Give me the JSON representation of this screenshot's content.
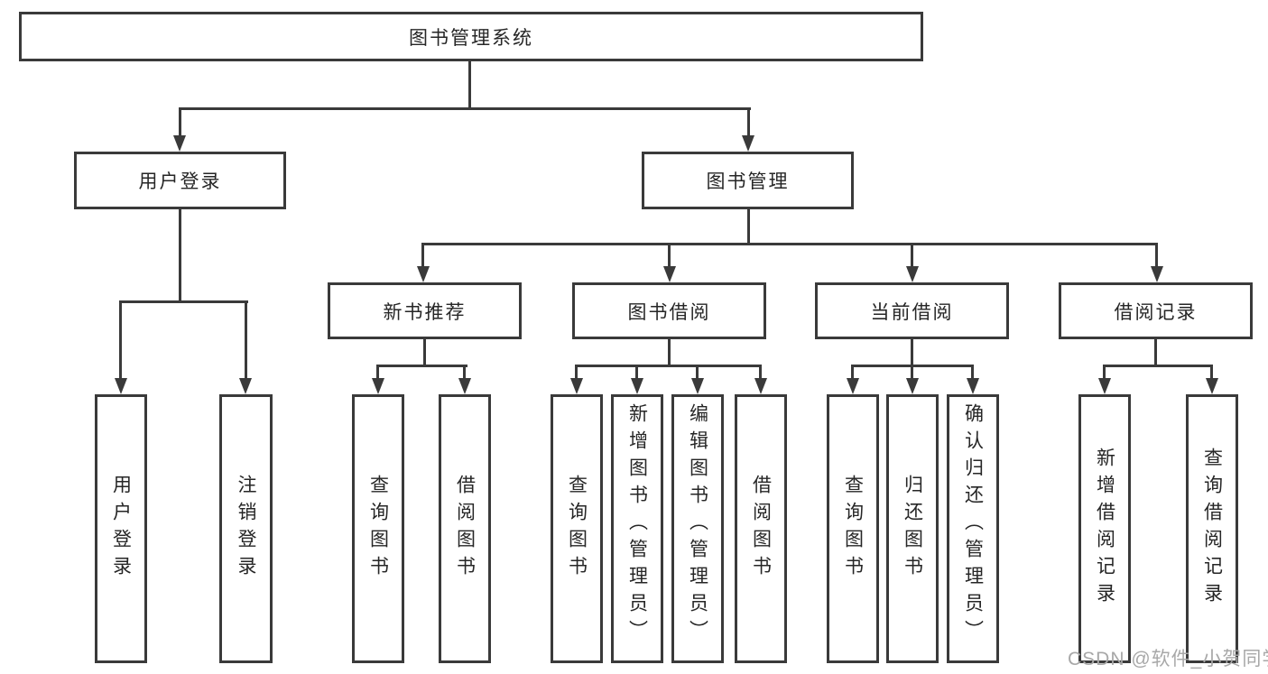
{
  "colors": {
    "line": "#3a3a3a",
    "text": "#262626",
    "box-bg": "#ffffff",
    "watermark": "#a8a8a8"
  },
  "diagram_type": "hierarchy-tree",
  "tree": {
    "label": "图书管理系统",
    "children": [
      {
        "label": "用户登录",
        "children": [
          {
            "label": "用户登录"
          },
          {
            "label": "注销登录"
          }
        ]
      },
      {
        "label": "图书管理",
        "children": [
          {
            "label": "新书推荐",
            "children": [
              {
                "label": "查询图书"
              },
              {
                "label": "借阅图书"
              }
            ]
          },
          {
            "label": "图书借阅",
            "children": [
              {
                "label": "查询图书"
              },
              {
                "label": "新增图书（管理员）"
              },
              {
                "label": "编辑图书（管理员）"
              },
              {
                "label": "借阅图书"
              }
            ]
          },
          {
            "label": "当前借阅",
            "children": [
              {
                "label": "查询图书"
              },
              {
                "label": "归还图书"
              },
              {
                "label": "确认归还（管理员）"
              }
            ]
          },
          {
            "label": "借阅记录",
            "children": [
              {
                "label": "新增借阅记录"
              },
              {
                "label": "查询借阅记录"
              }
            ]
          }
        ]
      }
    ]
  },
  "watermark": "CSDN @软件_小贺同学"
}
